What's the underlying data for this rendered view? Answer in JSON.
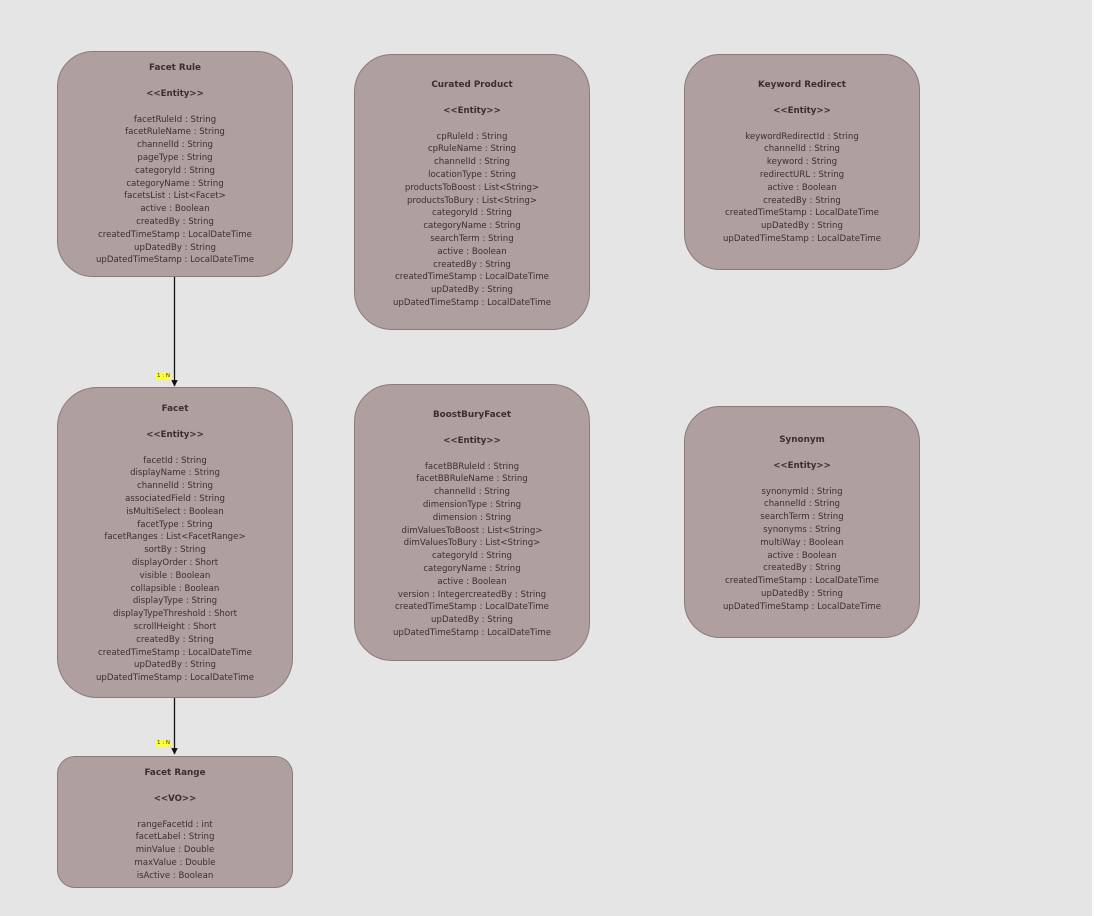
{
  "entities": [
    {
      "id": "facet-rule",
      "name": "Facet Rule",
      "stereotype": "<<Entity>>",
      "attributes": [
        "facetRuleId : String",
        "facetRuleName : String",
        "channelId : String",
        "pageType : String",
        "categoryId : String",
        "categoryName : String",
        "facetsList : List<Facet>",
        "active : Boolean",
        "createdBy : String",
        "createdTimeStamp : LocalDateTime",
        "upDatedBy : String",
        "upDatedTimeStamp : LocalDateTime"
      ]
    },
    {
      "id": "curated-product",
      "name": "Curated Product",
      "stereotype": "<<Entity>>",
      "attributes": [
        "cpRuleId : String",
        "cpRuleName : String",
        "channelId : String",
        "locationType : String",
        "productsToBoost : List<String>",
        "productsToBury : List<String>",
        "categoryId : String",
        "categoryName : String",
        "searchTerm : String",
        "active : Boolean",
        "createdBy : String",
        "createdTimeStamp : LocalDateTime",
        "upDatedBy : String",
        "upDatedTimeStamp : LocalDateTime"
      ]
    },
    {
      "id": "keyword-redirect",
      "name": "Keyword Redirect",
      "stereotype": "<<Entity>>",
      "attributes": [
        "keywordRedirectId : String",
        "channelId : String",
        "keyword : String",
        "redirectURL : String",
        "active : Boolean",
        "createdBy : String",
        "createdTimeStamp : LocalDateTime",
        "upDatedBy : String",
        "upDatedTimeStamp : LocalDateTime"
      ]
    },
    {
      "id": "facet",
      "name": "Facet",
      "stereotype": "<<Entity>>",
      "attributes": [
        "facetId : String",
        "displayName : String",
        "channelId : String",
        "associatedField : String",
        "isMultiSelect : Boolean",
        "facetType : String",
        "facetRanges : List<FacetRange>",
        "sortBy : String",
        "displayOrder : Short",
        "visible : Boolean",
        "collapsible : Boolean",
        "displayType : String",
        "displayTypeThreshold : Short",
        "scrollHeight : Short",
        "createdBy : String",
        "createdTimeStamp : LocalDateTime",
        "upDatedBy : String",
        "upDatedTimeStamp : LocalDateTime"
      ]
    },
    {
      "id": "boost-bury-facet",
      "name": "BoostBuryFacet",
      "stereotype": "<<Entity>>",
      "attributes": [
        "facetBBRuleId : String",
        "facetBBRuleName : String",
        "channelId : String",
        "dimensionType : String",
        "dimension : String",
        "dimValuesToBoost : List<String>",
        "dimValuesToBury : List<String>",
        "categoryId : String",
        "categoryName : String",
        "active : Boolean",
        "version : IntegercreatedBy : String",
        "createdTimeStamp : LocalDateTime",
        "upDatedBy : String",
        "upDatedTimeStamp : LocalDateTime"
      ]
    },
    {
      "id": "synonym",
      "name": "Synonym",
      "stereotype": "<<Entity>>",
      "attributes": [
        "synonymId : String",
        "channelId : String",
        "searchTerm : String",
        "synonyms : String",
        "multiWay : Boolean",
        "active : Boolean",
        "createdBy : String",
        "createdTimeStamp : LocalDateTime",
        "upDatedBy : String",
        "upDatedTimeStamp : LocalDateTime"
      ]
    },
    {
      "id": "facet-range",
      "name": "Facet Range",
      "stereotype": "<<VO>>",
      "attributes": [
        "rangeFacetId : int",
        "facetLabel : String",
        "minValue : Double",
        "maxValue : Double",
        "isActive : Boolean"
      ]
    }
  ],
  "relationships": [
    {
      "from": "facet-rule",
      "to": "facet",
      "multiplicity": "1 : N"
    },
    {
      "from": "facet",
      "to": "facet-range",
      "multiplicity": "1 : N"
    }
  ],
  "colors": {
    "canvas": "#e5e5e5",
    "entity_fill": "#b09f9f",
    "entity_border": "#8a7b7b",
    "text": "#3a2f2f",
    "multiplicity_highlight": "#ffff33",
    "connector": "#111111"
  }
}
